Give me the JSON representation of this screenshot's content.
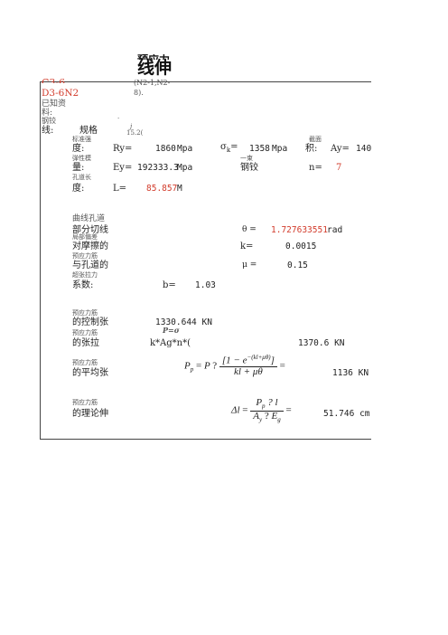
{
  "header": {
    "title_cut": "预应力",
    "title": "线伸",
    "code_cut": "C3-6、",
    "code": "D3-6N2",
    "note_line1": "(N2-1,N2-",
    "note_line2": "8)."
  },
  "known": {
    "line1": "已知资",
    "line2": "料:",
    "steel_small": "钢铰",
    "line3": "线:",
    "spec_label": "规格",
    "spec_value": "15.2(",
    "spec_sup": "j",
    "spec_dot": "·"
  },
  "rows": {
    "r1": {
      "lbl_top": "标准强",
      "lbl": "度:",
      "sym": "Ry=",
      "val": "1860",
      "unit": "Mpa",
      "sym2": "σ",
      "sym2_sub": "k",
      "sym2_eq": "=",
      "val2": "1358",
      "unit2": "Mpa",
      "area_top": "截面",
      "area_lbl": "积:",
      "area_sym": "Ay=",
      "area_val": "140"
    },
    "r2": {
      "lbl_top": "弹性模",
      "lbl": "量:",
      "sym": "Ey=",
      "val": "192333.3",
      "unit": "Mpa",
      "mid_top": "一束",
      "mid": "钢铰",
      "n_sym": "n=",
      "n_val": "7"
    },
    "r3": {
      "lbl_top": "孔道长",
      "lbl": "度:",
      "sym": "L=",
      "val": "85.857",
      "unit": "M"
    },
    "r4": {
      "lbl_top": "曲线孔道",
      "lbl": "部分切线",
      "sym": "θ =",
      "val": "1.727633551",
      "unit": "rad"
    },
    "r5": {
      "lbl_top": "局部偏差",
      "lbl": "对摩擦的",
      "sym": "k=",
      "val": "0.0015"
    },
    "r6": {
      "lbl_top": "预应力筋",
      "lbl": "与孔道的",
      "sym": "μ =",
      "val": "0.15"
    },
    "r7": {
      "lbl_top": "超张拉力",
      "lbl": "系数:",
      "sym": "b=",
      "val": "1.03"
    }
  },
  "calc": {
    "c1": {
      "lbl_top": "预应力筋",
      "lbl": "的控制张",
      "val": "1330.644",
      "unit": "KN"
    },
    "c2": {
      "lbl_top": "预应力筋",
      "lbl": "的张拉",
      "sym_top": "P=σ",
      "expr": "k*Ag*n*(",
      "val": "1370.6",
      "unit": "KN"
    },
    "c3": {
      "lbl_top": "预应力筋",
      "lbl": "的平均张",
      "val": "1136",
      "unit": "KN"
    },
    "c4": {
      "lbl_top": "预应力筋",
      "lbl": "的理论伸",
      "val": "51.746",
      "unit": "cm"
    }
  },
  "formulas": {
    "pp_lhs": "P",
    "pp_sub": "p",
    "pp_eq": "=",
    "pp_p": "P",
    "pp_q": "?",
    "pp_num": "[1 − e",
    "pp_exp": "−(kl+μθ)",
    "pp_num_close": "]",
    "pp_den": "kl + μθ",
    "pp_tail": "=",
    "dl_lhs": "Δl",
    "dl_eq": "=",
    "dl_num_p": "P",
    "dl_num_sub": "p",
    "dl_num_rest": "? l",
    "dl_den_a": "A",
    "dl_den_asub": "y",
    "dl_den_q": "?",
    "dl_den_e": "E",
    "dl_den_esub": "g",
    "dl_tail": "="
  }
}
